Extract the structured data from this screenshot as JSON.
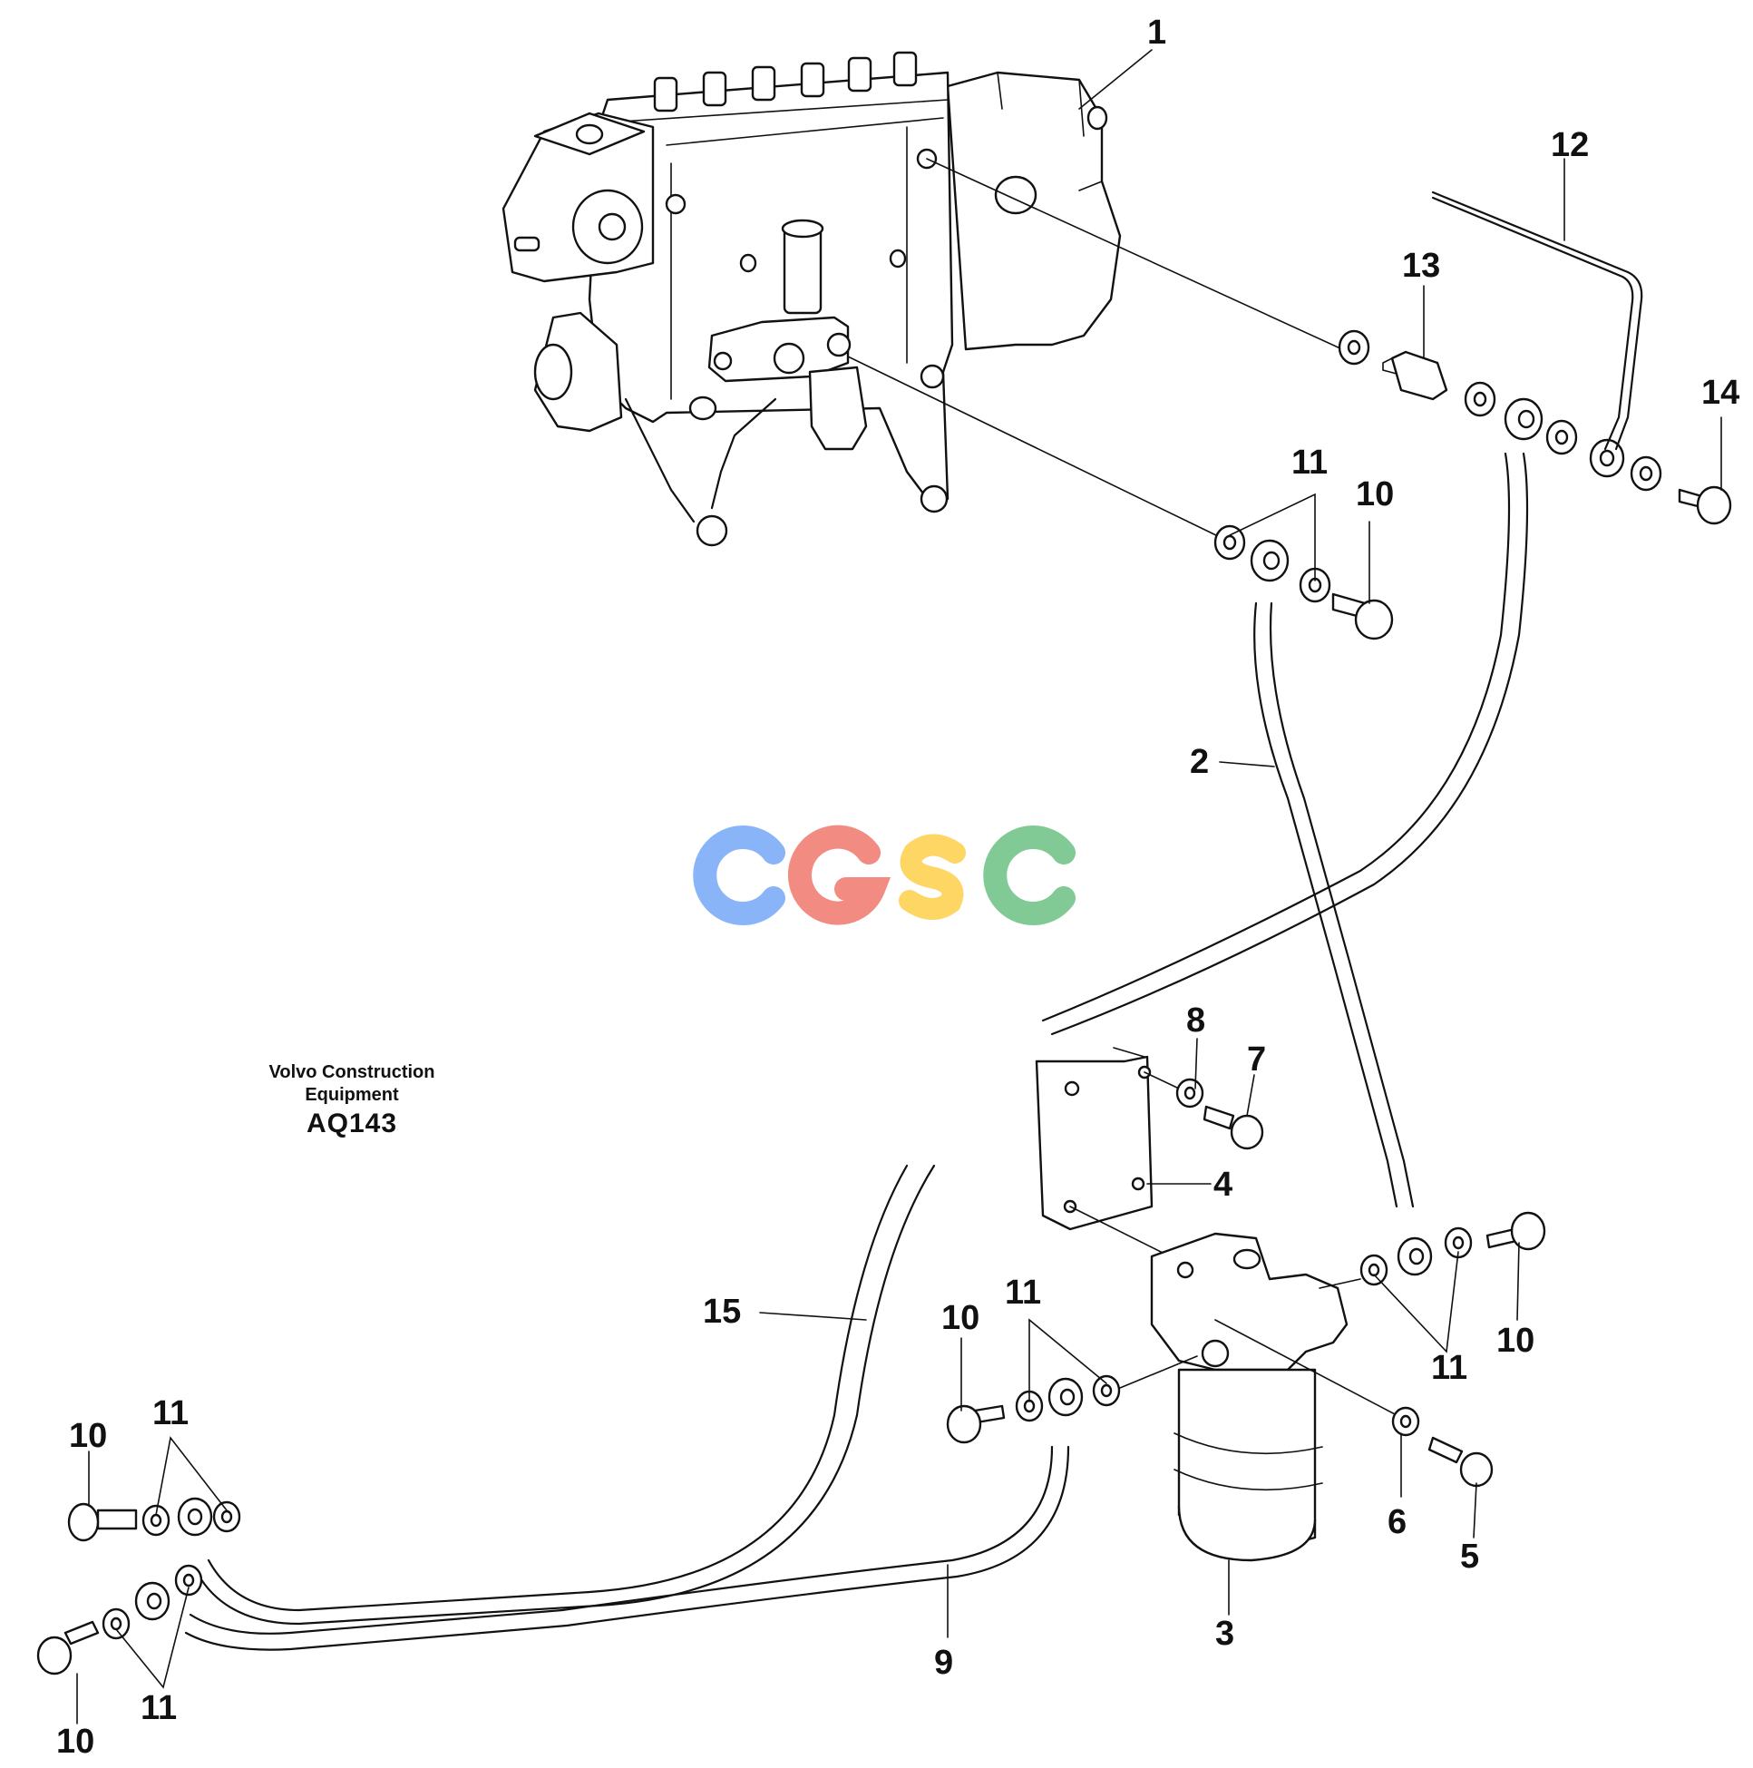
{
  "caption": {
    "line1": "Volvo Construction",
    "line2": "Equipment",
    "code": "AQ143"
  },
  "watermark": {
    "letters": [
      "C",
      "G",
      "S",
      "C"
    ],
    "colors": [
      "#8ab4f8",
      "#f28b82",
      "#fdd663",
      "#81c995"
    ]
  },
  "callouts": {
    "c1": "1",
    "c2": "2",
    "c3": "3",
    "c4": "4",
    "c5": "5",
    "c6": "6",
    "c7": "7",
    "c8": "8",
    "c9": "9",
    "c10a": "10",
    "c10b": "10",
    "c10c": "10",
    "c10d": "10",
    "c10e": "10",
    "c11a": "11",
    "c11b": "11",
    "c11c": "11",
    "c11d": "11",
    "c11e": "11",
    "c12": "12",
    "c13": "13",
    "c14": "14",
    "c15": "15"
  }
}
